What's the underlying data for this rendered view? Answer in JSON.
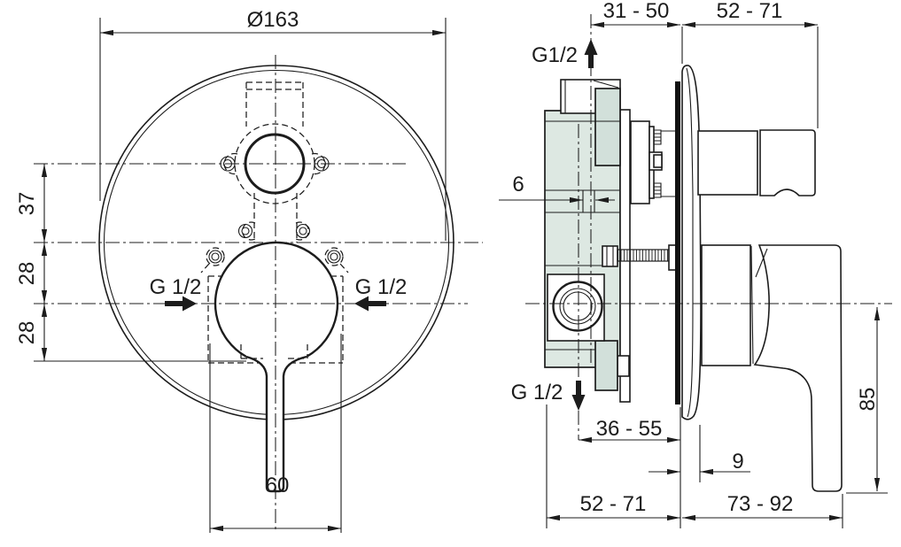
{
  "drawing_title": "concealed-bath-shower-mixer-installation-dimensions",
  "front_view": {
    "plate_diameter": "Ø163",
    "top_port_offset": "37",
    "mid_offset": "28",
    "lower_offset": "28",
    "left_inlet": "G 1/2",
    "right_inlet": "G 1/2",
    "handle_cutout_width": "60"
  },
  "side_view": {
    "top_recess_depth": "31 - 50",
    "top_projection": "52 - 71",
    "top_connection": "G1/2",
    "adjustment_slot": "6",
    "bottom_connection": "G 1/2",
    "bottom_recess_depth": "36 - 55",
    "plate_offset": "9",
    "body_recess_depth": "52 - 71",
    "handle_projection": "73 - 92",
    "handle_length": "85"
  },
  "colors": {
    "line": "#1c1c1c",
    "body_fill": "#dde8e2",
    "tab_fill": "#d2e0da",
    "background": "#ffffff"
  }
}
